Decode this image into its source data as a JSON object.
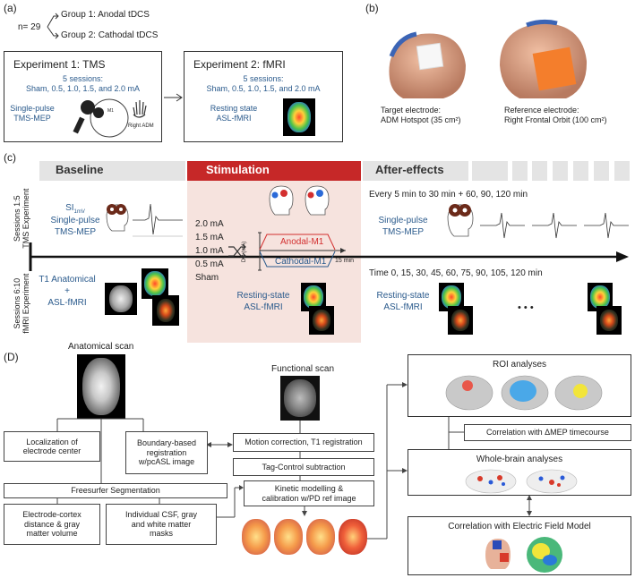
{
  "panel_a": {
    "label": "(a)",
    "n": "n= 29",
    "group1": "Group 1: Anodal tDCS",
    "group2": "Group 2: Cathodal tDCS",
    "exp1": {
      "title": "Experiment 1: TMS",
      "sessions_line1": "5 sessions:",
      "sessions_line2": "Sham, 0.5, 1.0, 1.5, and 2.0 mA",
      "method_line1": "Single-pulse",
      "method_line2": "TMS-MEP",
      "m1": "M1",
      "right_adm": "Right ADM"
    },
    "exp2": {
      "title": "Experiment 2: fMRI",
      "sessions_line1": "5 sessions:",
      "sessions_line2": "Sham, 0.5, 1.0, 1.5, and 2.0 mA",
      "method_line1": "Resting state",
      "method_line2": "ASL-fMRI"
    }
  },
  "panel_b": {
    "label": "(b)",
    "target_line1": "Target electrode:",
    "target_line2": "ADM Hotspot (35 cm²)",
    "ref_line1": "Reference electrode:",
    "ref_line2": "Right Frontal Orbit (100 cm²)"
  },
  "panel_c": {
    "label": "(c)",
    "baseline": "Baseline",
    "stimulation": "Stimulation",
    "after": "After-effects",
    "row1_label1": "Sessions 1:5",
    "row1_label2": "TMS Experiment",
    "row2_label1": "Sessions 6:10",
    "row2_label2": "fMRI Experiment",
    "si": "SI",
    "si_sub": "1mV",
    "single_pulse": "Single-pulse",
    "tms_mep": "TMS-MEP",
    "doses": [
      "2.0 mA",
      "1.5 mA",
      "1.0 mA",
      "0.5 mA",
      "Sham"
    ],
    "dc_axis": "DC (mA)",
    "anodal": "Anodal-M1",
    "cathodal": "Cathodal-M1",
    "duration": "15 min",
    "after_tms_times": "Every 5 min to 30 min + 60, 90, 120 min",
    "after_fmri_times": "Time 0, 15, 30, 45, 60, 75, 90, 105, 120 min",
    "t1_line1": "T1 Anatomical",
    "t1_line2": "+",
    "t1_line3": "ASL-fMRI",
    "rs_line1": "Resting-state",
    "rs_line2": "ASL-fMRI",
    "dots": "• • •",
    "colors": {
      "stim_header": "#c62828",
      "stim_bg": "#f6e3de",
      "header_gray": "#e4e4e4",
      "text_blue": "#2a5a8c",
      "anodal": "#d32f2f",
      "cathodal": "#2a5a8c"
    }
  },
  "panel_d": {
    "label": "(D)",
    "anatomical": "Anatomical scan",
    "functional": "Functional scan",
    "loc_line1": "Localization of",
    "loc_line2": "electrode center",
    "bbr_line1": "Boundary-based",
    "bbr_line2": "registration",
    "bbr_line3": "w/pcASL image",
    "freesurfer": "Freesurfer Segmentation",
    "dist_line1": "Electrode-cortex",
    "dist_line2": "distance & gray",
    "dist_line3": "matter volume",
    "csf_line1": "Individual CSF, gray",
    "csf_line2": "and white matter",
    "csf_line3": "masks",
    "motion": "Motion correction, T1 registration",
    "tag": "Tag-Control subtraction",
    "kinetic_line1": "Kinetic modelling &",
    "kinetic_line2": "calibration w/PD ref image",
    "roi": "ROI analyses",
    "corr_mep": "Correlation with ΔMEP timecourse",
    "whole": "Whole-brain analyses",
    "corr_field": "Correlation with Electric Field Model"
  }
}
